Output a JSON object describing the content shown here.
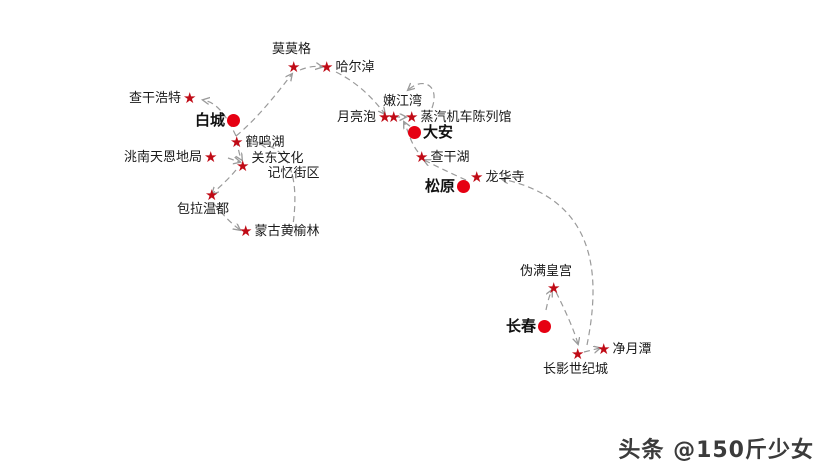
{
  "map": {
    "background_color": "#ffffff",
    "star_color": "#c00b16",
    "city_dot_color": "#e60012",
    "route_line_color": "#9a9a9a",
    "label_color": "#1a1a1a"
  },
  "cities": [
    {
      "name": "白城",
      "symbol": "city-dot",
      "label_side": "left"
    },
    {
      "name": "大安",
      "symbol": "city-dot",
      "label_side": "right"
    },
    {
      "name": "松原",
      "symbol": "city-dot",
      "label_side": "left"
    },
    {
      "name": "长春",
      "symbol": "city-dot",
      "label_side": "left"
    }
  ],
  "pois": [
    {
      "name": "莫莫格",
      "symbol": "star",
      "label_side": "top"
    },
    {
      "name": "哈尔淖",
      "symbol": "star",
      "label_side": "right"
    },
    {
      "name": "查干浩特",
      "symbol": "star",
      "label_side": "left"
    },
    {
      "name": "鹤鸣湖",
      "symbol": "star",
      "label_side": "right"
    },
    {
      "name": "洮南天恩地局",
      "symbol": "star",
      "label_side": "left"
    },
    {
      "name": "关东文化记忆街区",
      "symbol": "star",
      "label_side": "right",
      "line1": "关东文化",
      "line2": "记忆街区"
    },
    {
      "name": "包拉温都",
      "symbol": "star",
      "label_side": "bottom"
    },
    {
      "name": "蒙古黄榆林",
      "symbol": "star",
      "label_side": "right"
    },
    {
      "name": "月亮泡",
      "symbol": "star",
      "label_side": "left"
    },
    {
      "name": "嫩江湾",
      "symbol": "star",
      "label_side": "top"
    },
    {
      "name": "蒸汽机车陈列馆",
      "symbol": "star",
      "label_side": "right"
    },
    {
      "name": "查干湖",
      "symbol": "star",
      "label_side": "right"
    },
    {
      "name": "龙华寺",
      "symbol": "star",
      "label_side": "right"
    },
    {
      "name": "伪满皇宫",
      "symbol": "star",
      "label_side": "top"
    },
    {
      "name": "长影世纪城",
      "symbol": "star",
      "label_side": "bottom"
    },
    {
      "name": "净月潭",
      "symbol": "star",
      "label_side": "right"
    }
  ],
  "labels": {
    "momoge": "莫莫格",
    "haernao": "哈尔淖",
    "chaganhaote": "查干浩特",
    "baicheng": "白城",
    "hemingshu": "鹤鸣湖",
    "taonan": "洮南天恩地局",
    "guandong_line1": "关东文化",
    "guandong_line2": "记忆街区",
    "baolawendu": "包拉温都",
    "menggu": "蒙古黄榆林",
    "yuelianpao": "月亮泡",
    "nenjiangwan": "嫩江湾",
    "zhengqi": "蒸汽机车陈列馆",
    "daan": "大安",
    "chaganhu": "查干湖",
    "longhuasi": "龙华寺",
    "songyuan": "松原",
    "weimanhuanggong": "伪满皇宫",
    "changchun": "长春",
    "changying": "长影世纪城",
    "jingyuetan": "净月潭"
  },
  "glyphs": {
    "star": "★"
  },
  "watermark": {
    "text": "头条 @150斤少女"
  }
}
